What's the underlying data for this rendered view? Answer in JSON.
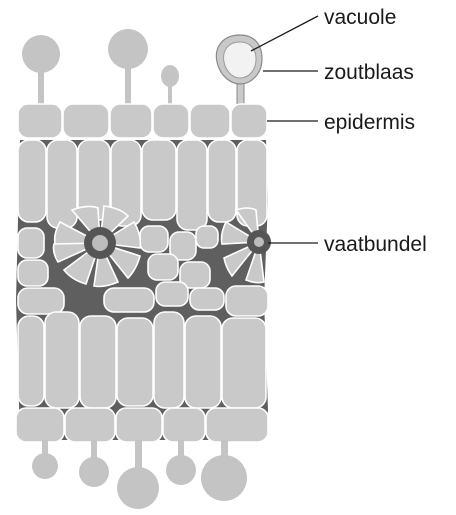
{
  "labels": {
    "vacuole": "vacuole",
    "salt_bladder": "zoutblaas",
    "epidermis": "epidermis",
    "vascular_bundle": "vaatbundel"
  },
  "colors": {
    "tissue_dark": "#5f5f5f",
    "cell_fill": "#c9c9c9",
    "bundle_ring": "#555555",
    "vacuole_fill": "#f2f2f2"
  }
}
